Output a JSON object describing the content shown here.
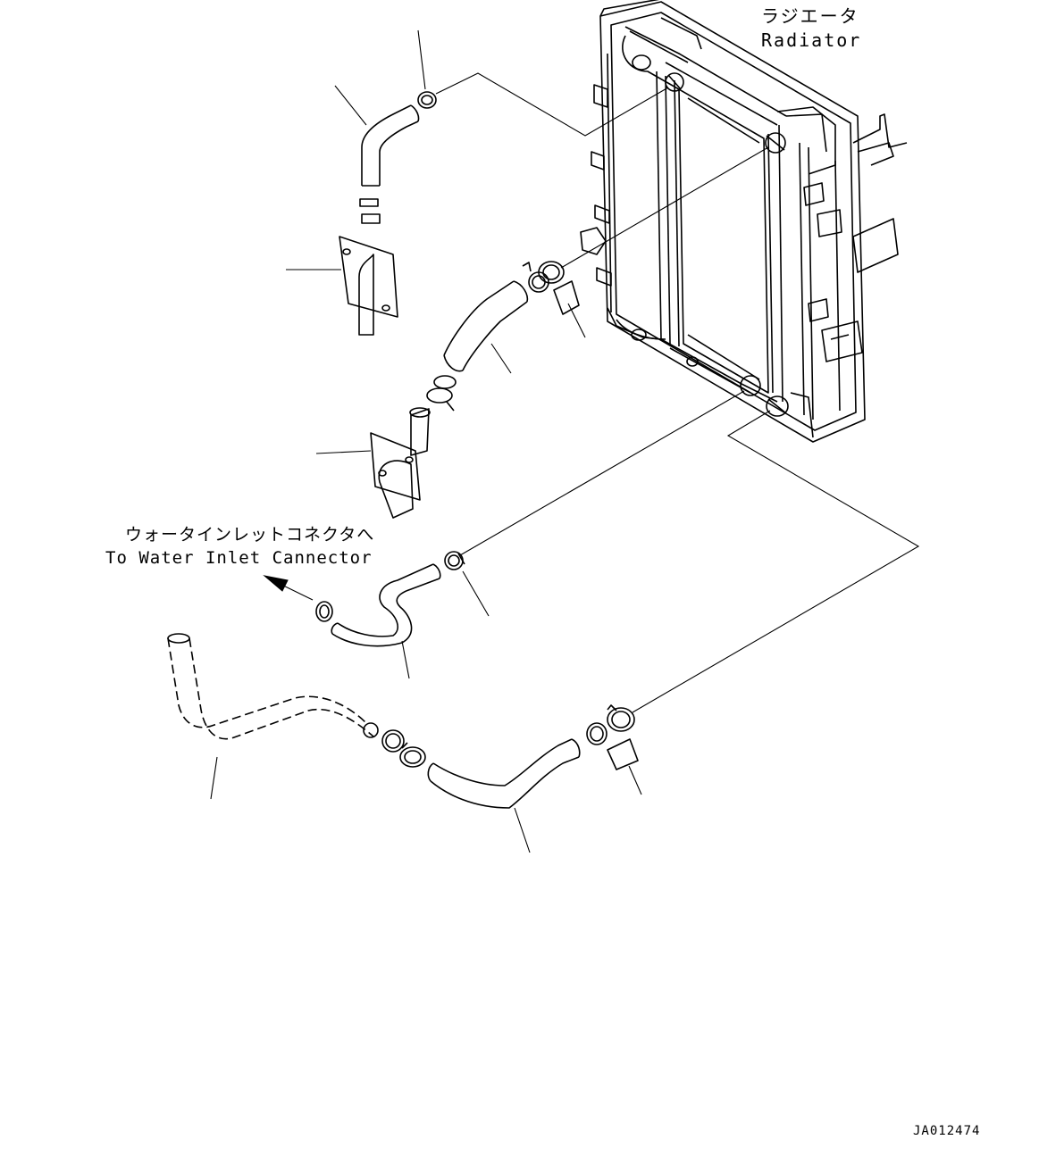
{
  "labels": {
    "radiator_jp": "ラジエータ",
    "radiator_en": "Radiator",
    "inlet_jp": "ウォータインレットコネクタへ",
    "inlet_en": "To Water Inlet Cannector",
    "figure_code": "JA012474"
  },
  "colors": {
    "line": "#000000",
    "background": "#ffffff"
  }
}
